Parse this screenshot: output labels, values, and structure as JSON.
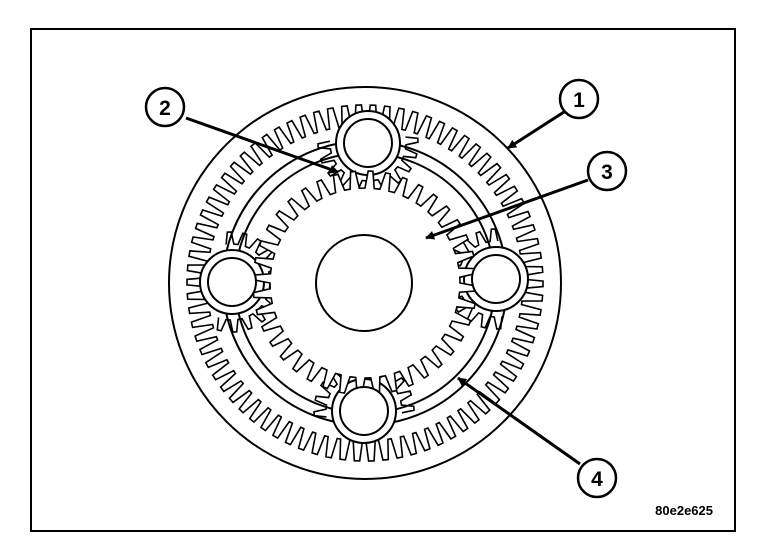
{
  "figure": {
    "callouts": [
      {
        "label": "1"
      },
      {
        "label": "2"
      },
      {
        "label": "3"
      },
      {
        "label": "4"
      }
    ],
    "figure_code": "80e2e625",
    "colors": {
      "ink": "#000000",
      "paper": "#ffffff"
    },
    "components": [
      "ring-gear",
      "planet-gear",
      "sun-gear",
      "planet-carrier"
    ]
  }
}
